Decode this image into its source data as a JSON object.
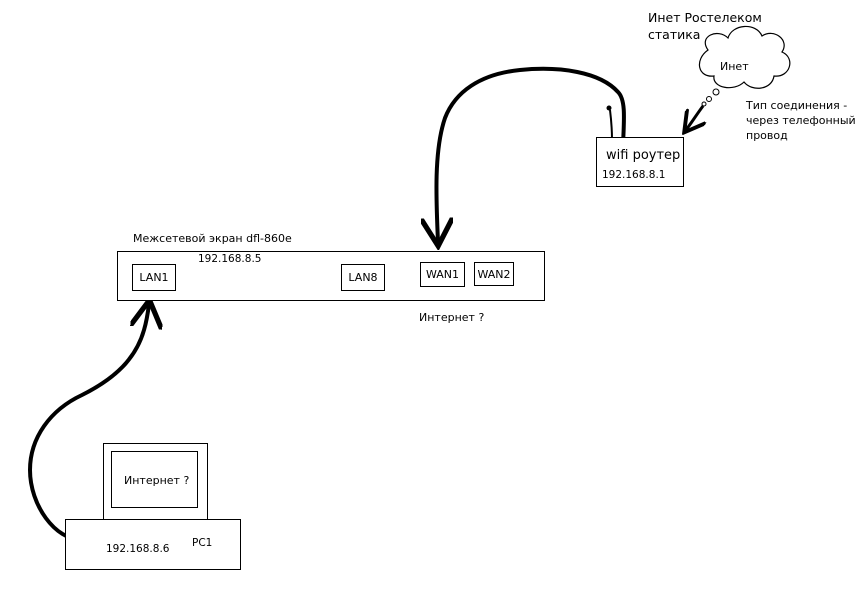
{
  "cloud": {
    "title_line1": "Инет Ростелеком",
    "title_line2": "статика",
    "inner_label": "Инет",
    "connection_type_line1": "Тип соединения -",
    "connection_type_line2": "через телефонный",
    "connection_type_line3": "провод"
  },
  "router": {
    "name": "wifi роутер",
    "ip": "192.168.8.1"
  },
  "firewall": {
    "title": "Межсетевой экран dfl-860e",
    "ip": "192.168.8.5",
    "ports": {
      "lan1": "LAN1",
      "lan8": "LAN8",
      "wan1": "WAN1",
      "wan2": "WAN2"
    },
    "wan_question": "Интернет ?"
  },
  "pc": {
    "name": "PC1",
    "ip": "192.168.8.6",
    "screen_text": "Интернет ?"
  },
  "icons": [
    "cloud-icon",
    "arrow-icon"
  ]
}
